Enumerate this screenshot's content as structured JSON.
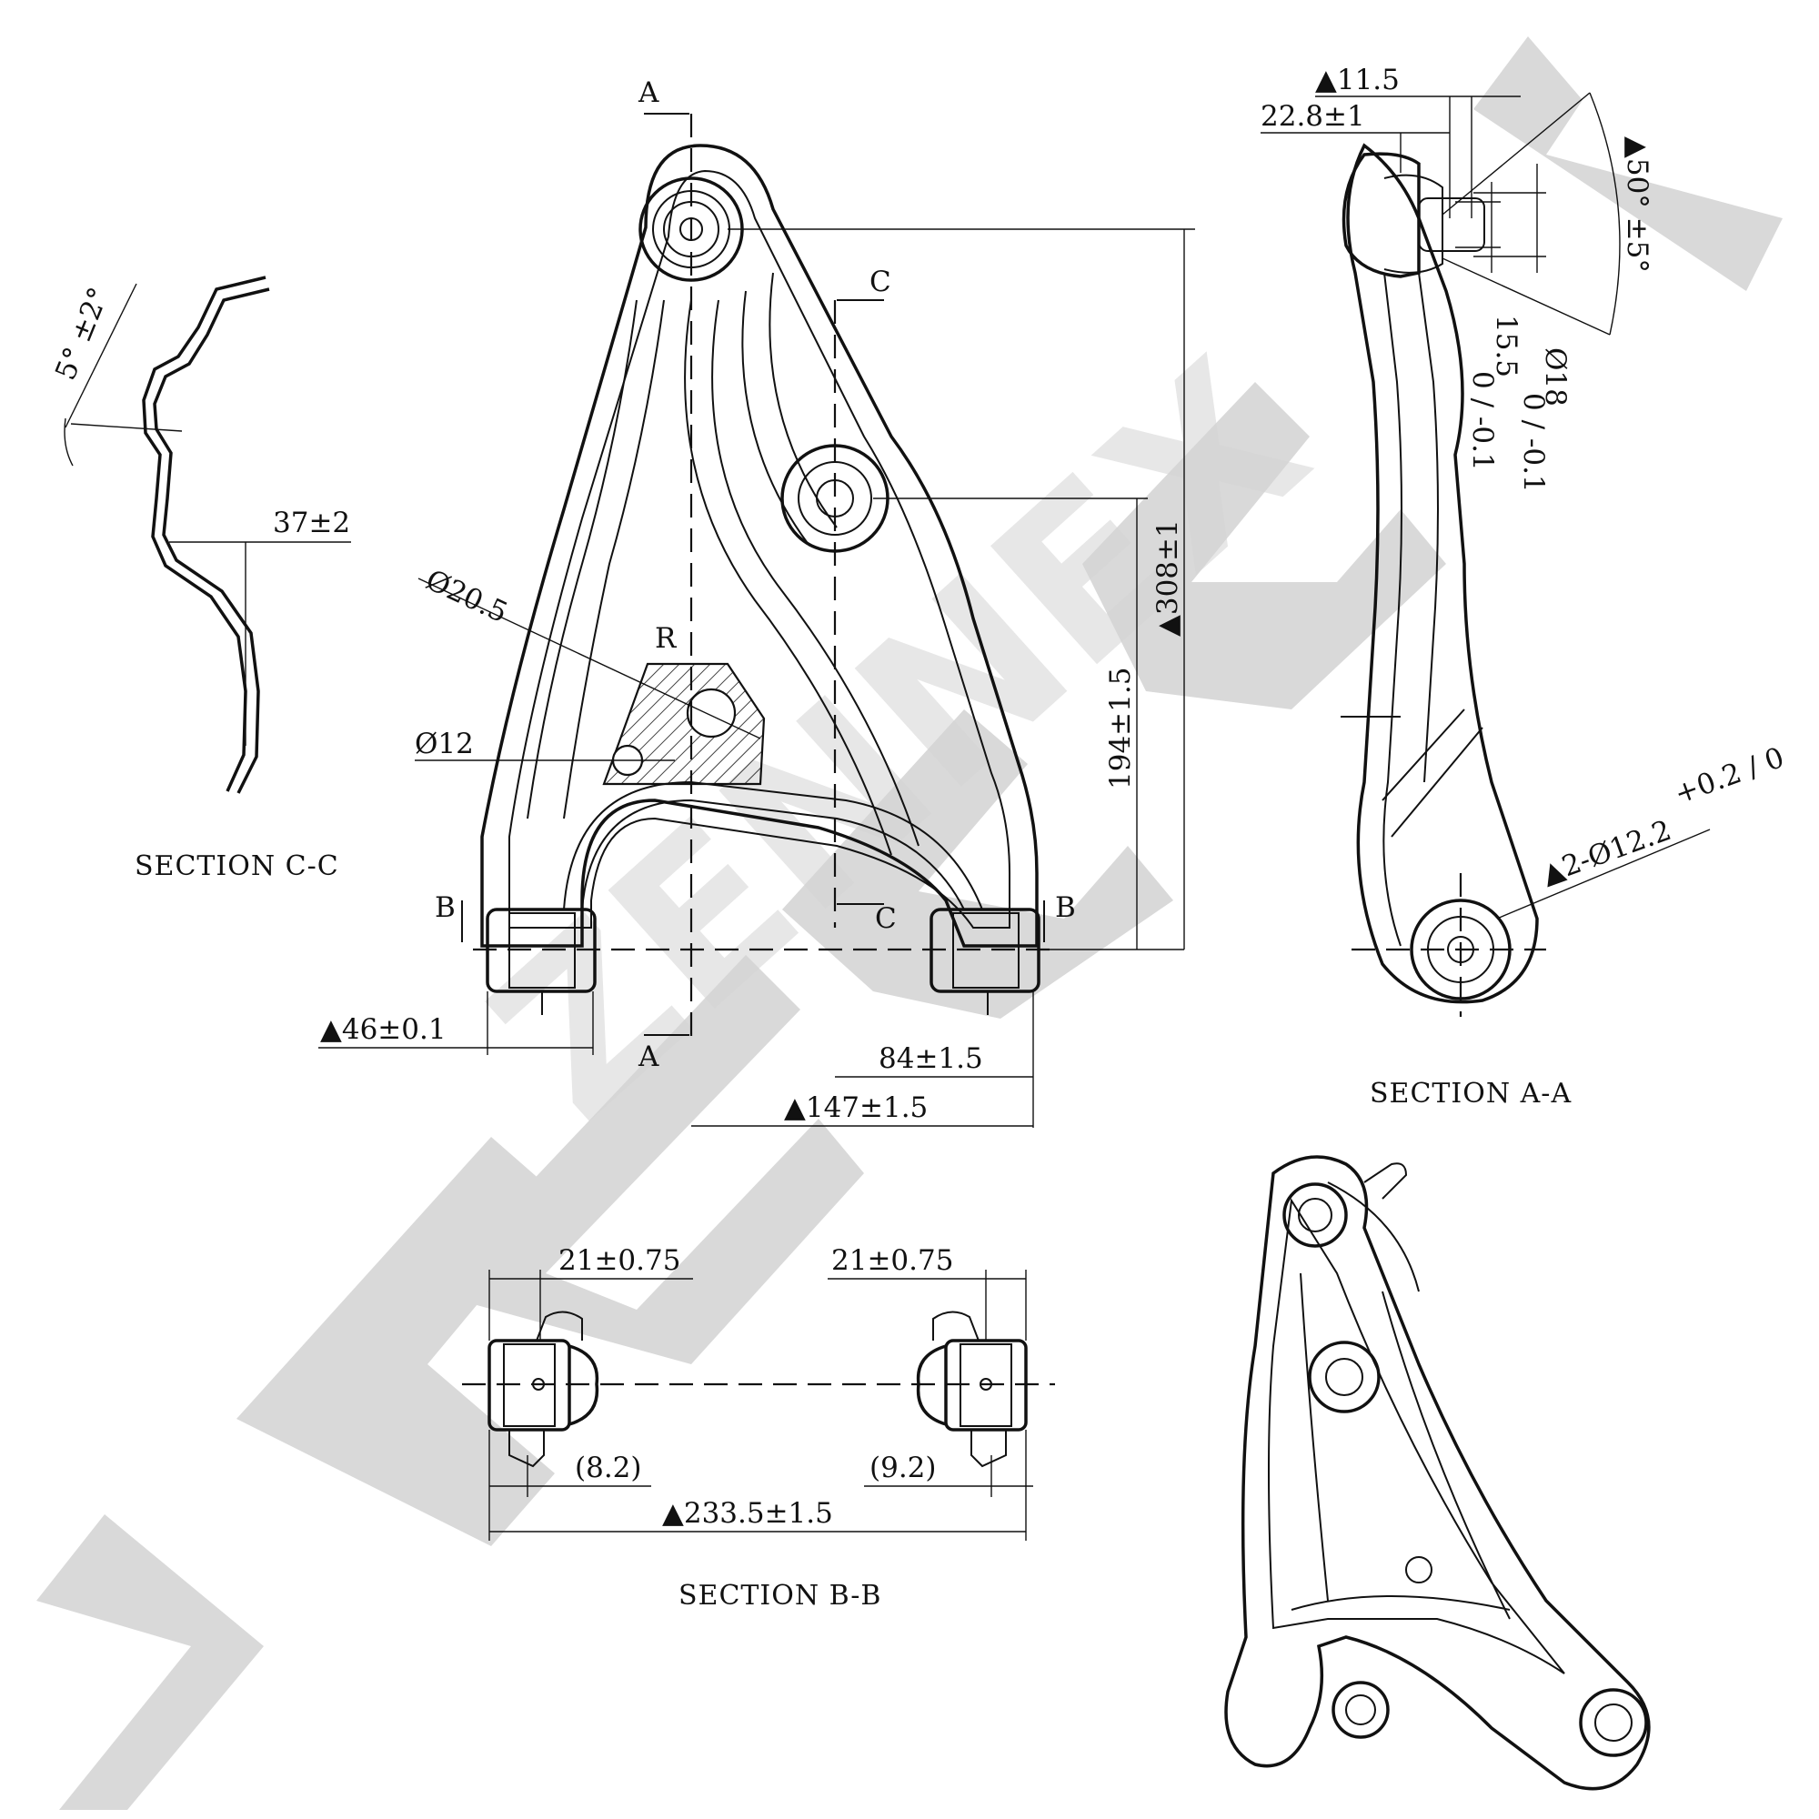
{
  "watermark": {
    "text": "ZENNEX",
    "color": "#d9d9d9"
  },
  "sections": {
    "c_c": "SECTION C-C",
    "a_a": "SECTION A-A",
    "b_b": "SECTION B-B"
  },
  "section_markers": {
    "a": "A",
    "b": "B",
    "c": "C",
    "r": "R"
  },
  "dimensions": {
    "angle_c": "5° ±2°",
    "d_37": "37±2",
    "d_20_5": "Ø20.5",
    "d_12": "Ø12",
    "d_46": "▲46±0.1",
    "d_84": "84±1.5",
    "d_147": "▲147±1.5",
    "d_194": "194±1.5",
    "d_308": "▲308±1",
    "d_11_5": "▲11.5",
    "d_22_8": "22.8±1",
    "angle_50": "▲50° ±5°",
    "d_15_5": "15.5",
    "d_15_5_tol": "0 / -0.1",
    "d_18": "Ø18",
    "d_18_tol": "0 / -0.1",
    "d_2x12_2": "▲2-Ø12.2",
    "d_2x12_2_tol": "+0.2 / 0",
    "d_21_left": "21±0.75",
    "d_21_right": "21±0.75",
    "d_8_2": "(8.2)",
    "d_9_2": "(9.2)",
    "d_233_5": "▲233.5±1.5"
  }
}
